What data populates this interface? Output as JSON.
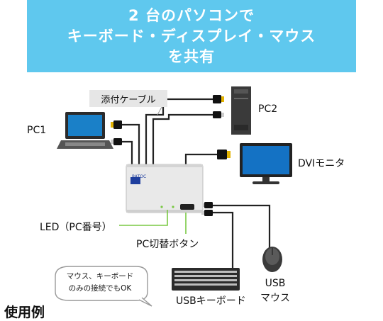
{
  "banner": {
    "line1": "2 台のパソコンで",
    "line2": "キーボード・ディスプレイ・マウス",
    "line3": "を共有",
    "color": "#5fc8ee"
  },
  "labels": {
    "cable": "添付ケーブル",
    "pc1": "PC1",
    "pc2": "PC2",
    "dvi": "DVIモニタ",
    "led": "LED（PC番号）",
    "switch_button": "PC切替ボタン",
    "usb_mouse_line1": "USB",
    "usb_mouse_line2": "マウス",
    "usb_keyboard": "USBキーボード",
    "brand": "RATOC"
  },
  "callout": {
    "line1": "マウス、キーボード",
    "line2": "のみの接続でもOK"
  },
  "caption": "使用例",
  "colors": {
    "accent_green": "#7ac943",
    "cable": "#222222",
    "connector": "#f0c020"
  }
}
